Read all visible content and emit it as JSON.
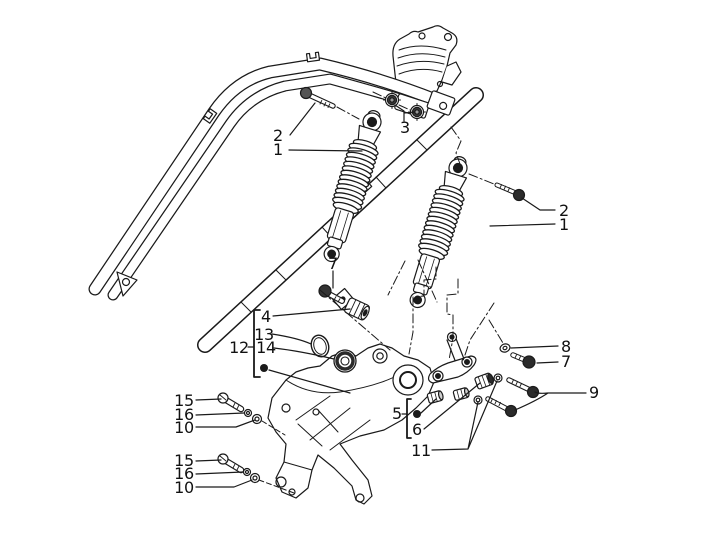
{
  "figure": {
    "type": "exploded-parts-diagram",
    "background": "#ffffff",
    "line_color": "#1a1a1a",
    "callouts": [
      {
        "id": "upper-mount-bolt-left",
        "label": "2"
      },
      {
        "id": "shock-absorber-left",
        "label": "1"
      },
      {
        "id": "mount-nuts",
        "label": "3"
      },
      {
        "id": "upper-mount-bolt-right",
        "label": "2"
      },
      {
        "id": "shock-absorber-right",
        "label": "1"
      },
      {
        "id": "lower-shock-bolt-left",
        "label": "7"
      },
      {
        "id": "shock-bushing",
        "label": "4"
      },
      {
        "id": "o-ring",
        "label": "13"
      },
      {
        "id": "bracket-assembly-group",
        "label": "12"
      },
      {
        "id": "seal-bearing",
        "label": "14"
      },
      {
        "id": "washer-right",
        "label": "8"
      },
      {
        "id": "lower-shock-bolt-right",
        "label": "7"
      },
      {
        "id": "link-bolts",
        "label": "9"
      },
      {
        "id": "link-assembly-group",
        "label": "5"
      },
      {
        "id": "link-bushing",
        "label": "6"
      },
      {
        "id": "link-washers",
        "label": "11"
      },
      {
        "id": "support-bolt-upper",
        "label": "15"
      },
      {
        "id": "support-small-washer-upper",
        "label": "16"
      },
      {
        "id": "support-washer-upper",
        "label": "10"
      },
      {
        "id": "support-bolt-lower",
        "label": "15"
      },
      {
        "id": "support-small-washer-lower",
        "label": "16"
      },
      {
        "id": "support-washer-lower",
        "label": "10"
      }
    ]
  }
}
